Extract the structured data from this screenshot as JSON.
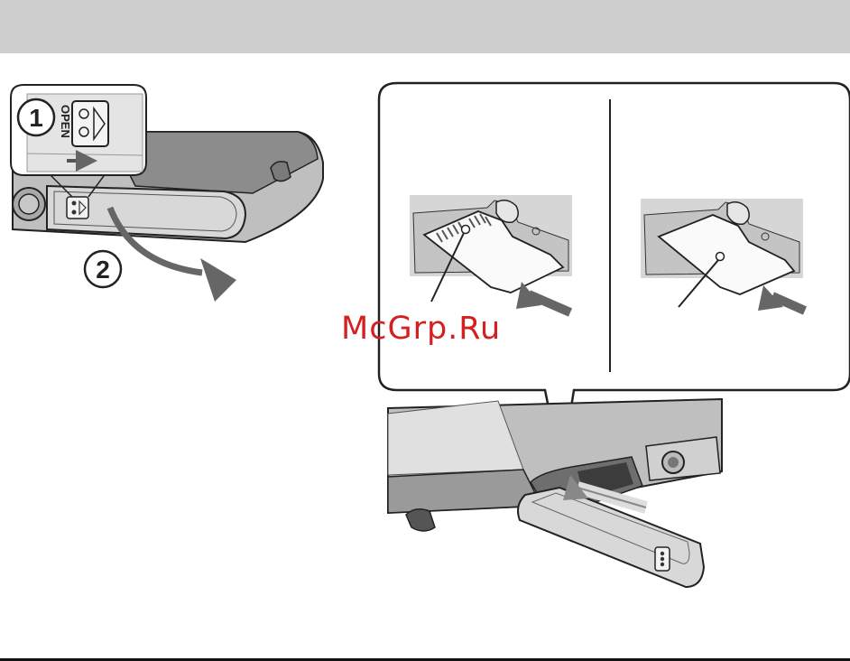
{
  "header": {
    "band_color": "#cfcfcf"
  },
  "steps": [
    {
      "number": "1"
    },
    {
      "number": "2"
    }
  ],
  "switch": {
    "label": "OPEN"
  },
  "watermark": {
    "text": "McGrp.Ru",
    "color": "#d42020"
  }
}
